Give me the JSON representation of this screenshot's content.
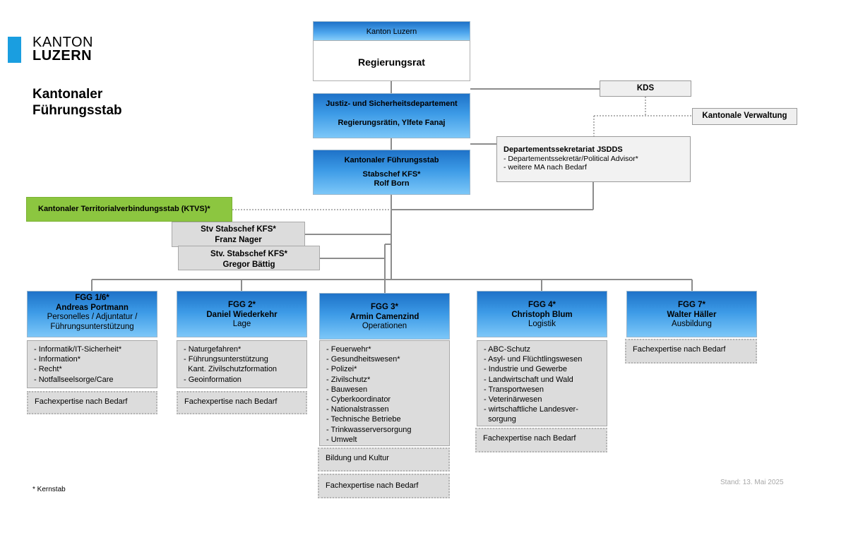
{
  "logo": {
    "line1": "KANTON",
    "line2": "LUZERN"
  },
  "page_title": "Kantonaler Führungsstab",
  "regierungsrat": {
    "header": "Kanton Luzern",
    "title": "Regierungsrat"
  },
  "justiz": {
    "title": "Justiz- und Sicherheitsdepartement",
    "person": "Regierungsrätin, Ylfete Fanaj"
  },
  "kfs": {
    "title": "Kantonaler Führungsstab",
    "role": "Stabschef KFS*",
    "person": "Rolf Born"
  },
  "kds": "KDS",
  "kantonale_verwaltung": "Kantonale Verwaltung",
  "departementssekretariat": {
    "title": "Departementssekretariat JSDDS",
    "items": [
      "- Departementssekretär/Political Advisor*",
      "- weitere MA nach Bedarf"
    ]
  },
  "ktvs": "Kantonaler Territorialverbindungsstab (KTVS)*",
  "stv1": {
    "role": "Stv Stabschef KFS*",
    "person": "Franz Nager"
  },
  "stv2": {
    "role": "Stv. Stabschef KFS*",
    "person": "Gregor Bättig"
  },
  "fgg": [
    {
      "name": "FGG 1/6*",
      "person": "Andreas Portmann",
      "role": "Personelles / Adjuntatur / Führungsunterstützung",
      "items": [
        "- Informatik/IT-Sicherheit*",
        "- Information*",
        "- Recht*",
        "- Notfallseelsorge/Care"
      ],
      "extras": [
        "Fachexpertise nach Bedarf"
      ]
    },
    {
      "name": "FGG 2*",
      "person": "Daniel Wiederkehr",
      "role": "Lage",
      "items": [
        "- Naturgefahren*",
        "- Führungsunterstützung",
        "  Kant. Zivilschutzformation",
        "- Geoinformation"
      ],
      "extras": [
        "Fachexpertise nach Bedarf"
      ]
    },
    {
      "name": "FGG 3*",
      "person": "Armin Camenzind",
      "role": "Operationen",
      "items": [
        "- Feuerwehr*",
        "- Gesundheitswesen*",
        "- Polizei*",
        "- Zivilschutz*",
        "- Bauwesen",
        "- Cyberkoordinator",
        "- Nationalstrassen",
        "- Technische Betriebe",
        "- Trinkwasserversorgung",
        "- Umwelt"
      ],
      "extras": [
        "Bildung und Kultur",
        "Fachexpertise nach Bedarf"
      ]
    },
    {
      "name": "FGG 4*",
      "person": "Christoph Blum",
      "role": "Logistik",
      "items": [
        "- ABC-Schutz",
        "- Asyl- und Flüchtlingswesen",
        "- Industrie und Gewerbe",
        "- Landwirtschaft und Wald",
        "- Transportwesen",
        "- Veterinärwesen",
        "- wirtschaftliche Landesver-",
        "  sorgung"
      ],
      "extras": [
        "Fachexpertise nach Bedarf"
      ]
    },
    {
      "name": "FGG 7*",
      "person": "Walter Häller",
      "role": "Ausbildung",
      "items": [],
      "extras": [
        "Fachexpertise nach Bedarf"
      ]
    }
  ],
  "footnote": "* Kernstab",
  "stand": "Stand: 13. Mai 2025"
}
